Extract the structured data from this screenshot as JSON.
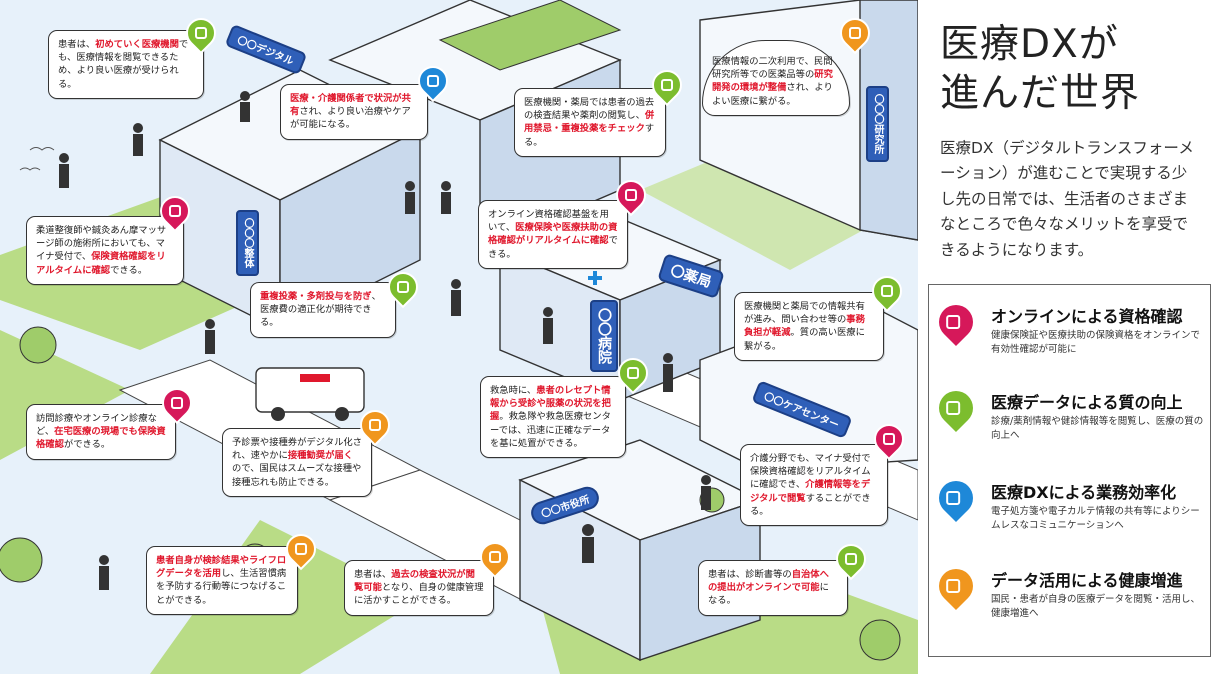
{
  "panel": {
    "title_line1": "医療DXが",
    "title_line2": "進んだ世界",
    "description": "医療DX（デジタルトランスフォーメーション）が進むことで実現する少し先の日常では、生活者のさまざまなところで色々なメリットを享受できるようになります。"
  },
  "legend": [
    {
      "title": "オンラインによる資格確認",
      "desc": "健康保険証や医療扶助の保険資格をオンラインで有効性確認が可能に",
      "color": "#d6185a",
      "icon": "id-card-icon"
    },
    {
      "title": "医療データによる質の向上",
      "desc": "診療/薬剤情報や健診情報等を閲覧し、医療の質の向上へ",
      "color": "#7cbd2e",
      "icon": "document-person-icon"
    },
    {
      "title": "医療DXによる業務効率化",
      "desc": "電子処方箋や電子カルテ情報の共有等によりシームレスなコミュニケーションへ",
      "color": "#1e88d8",
      "icon": "network-document-icon"
    },
    {
      "title": "データ活用による健康増進",
      "desc": "国民・患者が自身の医療データを閲覧・活用し、健康増進へ",
      "color": "#f0961e",
      "icon": "health-data-icon"
    }
  ],
  "signs": {
    "digital": "〇〇デジタル",
    "seikotsu": "〇〇〇整体",
    "pharmacy": "〇薬局",
    "hospital": "〇〇病院",
    "care_center": "〇〇ケアセンター",
    "city_hall": "〇〇市役所",
    "research": "〇〇〇研究所"
  },
  "bubbles": {
    "b1": {
      "pre": "患者は、",
      "hl": "初めていく医療機関",
      "post": "でも、医療情報を閲覧できるため、より良い医療が受けられる。"
    },
    "b2": {
      "pre": "",
      "hl": "医療・介護関係者で状況が共有",
      "post": "され、より良い治療やケアが可能になる。"
    },
    "b3": {
      "pre": "医療機関・薬局では患者の過去の検査結果や薬剤の閲覧し、",
      "hl": "併用禁忌・重複投薬をチェック",
      "post": "する。"
    },
    "b4": {
      "pre": "医療情報の二次利用で、民間研究所等での医薬品等の",
      "hl": "研究開発の環境が整備",
      "post": "され、よりよい医療に繋がる。"
    },
    "b5": {
      "pre": "柔道整復師や鍼灸あん摩マッサージ師の施術所においても、マイナ受付で、",
      "hl": "保険資格確認をリアルタイムに確認",
      "post": "できる。"
    },
    "b6": {
      "pre": "オンライン資格確認基盤を用いて、",
      "hl": "医療保険や医療扶助の資格確認がリアルタイムに確認",
      "post": "できる。"
    },
    "b7": {
      "pre": "",
      "hl": "重複投薬・多剤投与を防ぎ",
      "post": "、医療費の適正化が期待できる。"
    },
    "b8": {
      "pre": "医療機関と薬局での情報共有が進み、問い合わせ等の",
      "hl": "事務負担が軽減",
      "post": "。質の高い医療に繋がる。"
    },
    "b9": {
      "pre": "訪問診療やオンライン診療など、",
      "hl": "在宅医療の現場でも保険資格確認",
      "post": "ができる。"
    },
    "b10": {
      "pre": "救急時に、",
      "hl": "患者のレセプト情報から受診や服薬の状況を把握",
      "post": "。救急隊や救急医療センターでは、迅速に正確なデータを基に処置ができる。"
    },
    "b11": {
      "pre": "予診票や接種券がデジタル化され、速やかに",
      "hl": "接種勧奨が届く",
      "post": "ので、国民はスムーズな接種や接種忘れも防止できる。"
    },
    "b12": {
      "pre": "介護分野でも、マイナ受付で保険資格確認をリアルタイムに確認でき、",
      "hl": "介護情報等をデジタルで閲覧",
      "post": "することができる。"
    },
    "b13": {
      "pre": "",
      "hl": "患者自身が検診結果やライフログデータを活用",
      "post": "し、生活習慣病を予防する行動等につなげることができる。"
    },
    "b14": {
      "pre": "患者は、",
      "hl": "過去の検査状況が閲覧可能",
      "post": "となり、自身の健康管理に活かすことができる。"
    },
    "b15": {
      "pre": "患者は、診断書等の",
      "hl": "自治体への提出がオンラインで可能",
      "post": "になる。"
    }
  }
}
